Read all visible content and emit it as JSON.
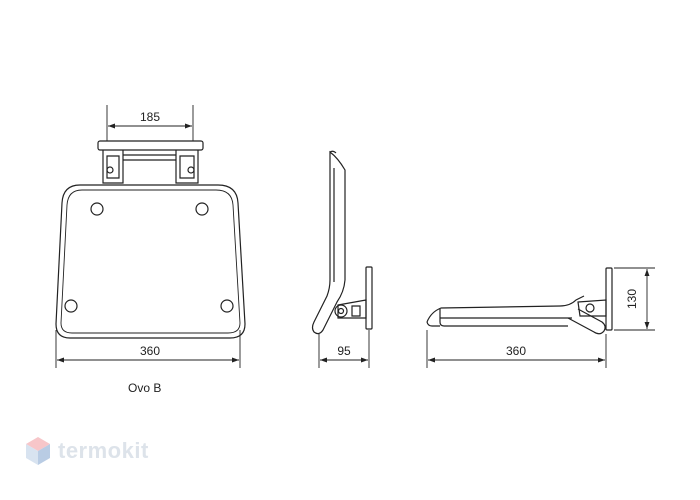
{
  "dimensions": {
    "front_width": "185",
    "seat_width": "360",
    "side_depth": "95",
    "folded_length": "360",
    "mount_height": "130"
  },
  "caption": "Ovo B",
  "logo": {
    "text": "termokit",
    "colors": {
      "top": "#f7c6c9",
      "left": "#d8e3f0",
      "right": "#b9cce4"
    }
  },
  "colors": {
    "line": "#222222",
    "background": "#ffffff"
  }
}
